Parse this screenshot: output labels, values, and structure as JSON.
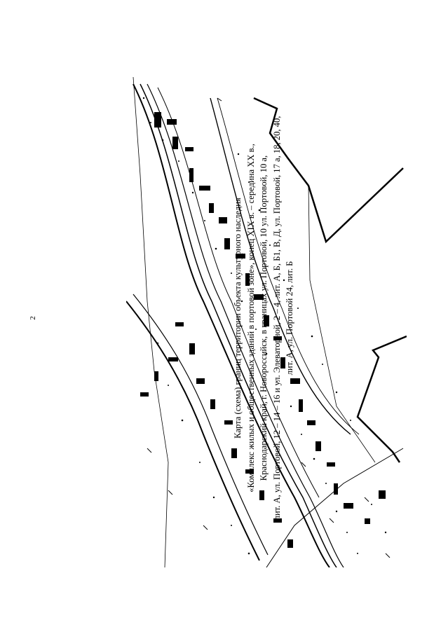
{
  "page": {
    "number": "2"
  },
  "caption": {
    "lines": [
      "Карта (схема) границ территории объекта культурного наследия",
      "«Комплекс жилых и общественных зданий в портовой зоне», конец XIX в. – середина XX в.,",
      "Краснодарский край, г. Новороссийск, в границах ул. Портовой, 10 ул. Портовой, 10 а,",
      "лит. А, ул. Портовой, 12 – 14 – 16 и ул. Элеваторной, 2 – 4, лит. А, Б, Б1, В, Д, ул. Портовой, 17 а, 18, 20, 40,",
      "лит. А, ул. Портовой 24, лит. Б"
    ]
  },
  "map": {
    "ink_color": "#000000",
    "paper_color": "#ffffff",
    "features": [
      "territory-boundary",
      "street-network",
      "building-footprints",
      "railway-tracks"
    ]
  }
}
